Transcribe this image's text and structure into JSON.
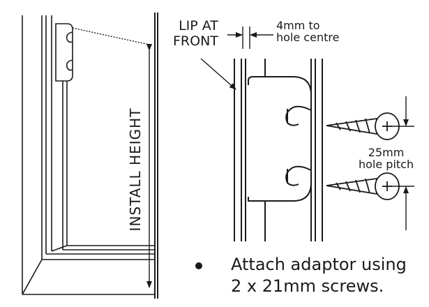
{
  "labels": {
    "lip_line1": "LIP AT",
    "lip_line2": "FRONT",
    "offset_line1": "4mm to",
    "offset_line2": "hole centre",
    "pitch_line1": "25mm",
    "pitch_line2": "hole pitch",
    "install_height": "INSTALL HEIGHT"
  },
  "instruction": {
    "line1": "Attach adaptor using",
    "line2": "2 x 21mm screws."
  },
  "colors": {
    "line": "#1a1a1a",
    "background": "#ffffff"
  }
}
